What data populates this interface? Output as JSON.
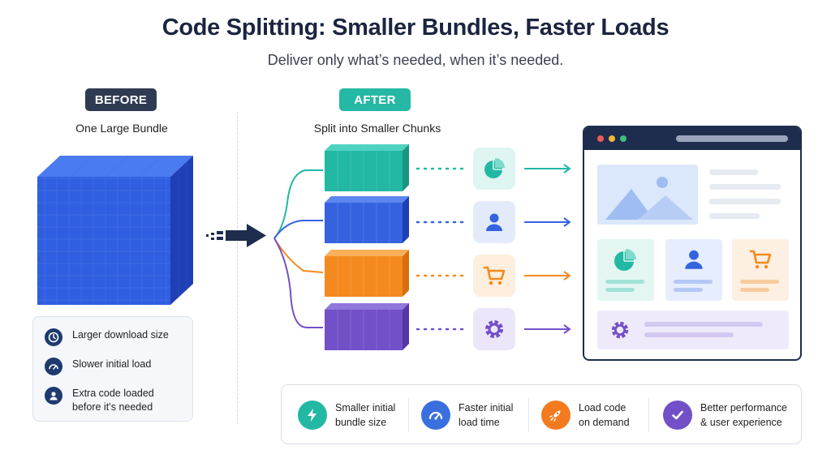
{
  "header": {
    "title": "Code Splitting: Smaller Bundles, Faster Loads",
    "subtitle": "Deliver only what’s needed, when it’s needed."
  },
  "before": {
    "badge": "BEFORE",
    "label": "One Large Bundle",
    "drawbacks": [
      {
        "icon": "clock-icon",
        "line1": "Larger download size",
        "line2": ""
      },
      {
        "icon": "speedometer-icon",
        "line1": "Slower initial load",
        "line2": ""
      },
      {
        "icon": "user-icon",
        "line1": "Extra code loaded",
        "line2": "before it’s needed"
      }
    ]
  },
  "after": {
    "badge": "AFTER",
    "label": "Split into Smaller Chunks",
    "chunks": [
      {
        "color": "#22b8a4",
        "icon": "pie-chart-icon"
      },
      {
        "color": "#3563e0",
        "icon": "user-icon"
      },
      {
        "color": "#f48a1f",
        "icon": "cart-icon"
      },
      {
        "color": "#7250c8",
        "icon": "gear-icon"
      }
    ]
  },
  "benefits": [
    {
      "icon": "lightning-icon",
      "color": "#22b8a4",
      "line1": "Smaller initial",
      "line2": "bundle size"
    },
    {
      "icon": "speedometer-icon",
      "color": "#3a6fe0",
      "line1": "Faster initial",
      "line2": "load time"
    },
    {
      "icon": "rocket-icon",
      "color": "#f47a1f",
      "line1": "Load code",
      "line2": "on demand"
    },
    {
      "icon": "check-icon",
      "color": "#7250c8",
      "line1": "Better performance",
      "line2": "& user experience"
    }
  ]
}
